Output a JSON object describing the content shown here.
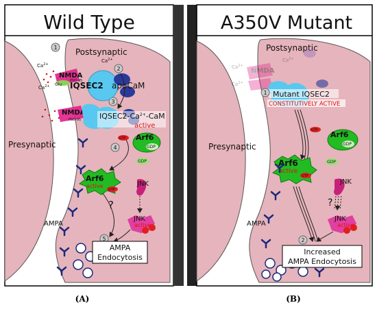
{
  "panels": {
    "left": {
      "title": "Wild Type",
      "caption": "(A)",
      "labels": {
        "postsynaptic": "Postsynaptic",
        "presynaptic": "Presynaptic",
        "nmda": "NMDA",
        "psd95": "PSD-95",
        "glu": "Glu",
        "ca": "Ca",
        "ca_sup": "2+",
        "iqsec2": "IQSEC2",
        "apocam": "apoCaM",
        "iqsec2_complex": "IQSEC2-Ca",
        "iqsec2_complex_tail": "-CaM",
        "active": "active",
        "arf6": "Arf6",
        "gtp": "GTP",
        "gdp": "GDP",
        "jnk": "JNK",
        "question": "?",
        "ampa": "AMPA",
        "endocytosis_line1": "AMPA",
        "endocytosis_line2": "Endocytosis",
        "steps": [
          "1",
          "2",
          "3",
          "4",
          "5"
        ]
      }
    },
    "right": {
      "title": "A350V Mutant",
      "caption": "(B)",
      "labels": {
        "postsynaptic": "Postsynaptic",
        "presynaptic": "Presynaptic",
        "nmda": "NMDA",
        "ca": "Ca",
        "ca_sup": "2+",
        "mutant": "Mutant IQSEC2",
        "constitutive": "CONSTITUTIVELY ACTIVE",
        "arf6": "Arf6",
        "gtp": "GTP",
        "gdp": "GDP",
        "active": "active",
        "jnk": "JNK",
        "question": "?",
        "ampa": "AMPA",
        "increased_line1": "Increased",
        "increased_line2": "AMPA Endocytosis",
        "steps": [
          "1",
          "2"
        ]
      }
    }
  },
  "colors": {
    "cell": "#e6b4bc",
    "cell_stroke": "#555555",
    "iqsec2": "#58c8f0",
    "apocam": "#2a3a9a",
    "arf6": "#22bb22",
    "gtp": "#e02020",
    "nmda": "#e0208a",
    "jnk": "#c8207a",
    "divider": "#222222"
  }
}
